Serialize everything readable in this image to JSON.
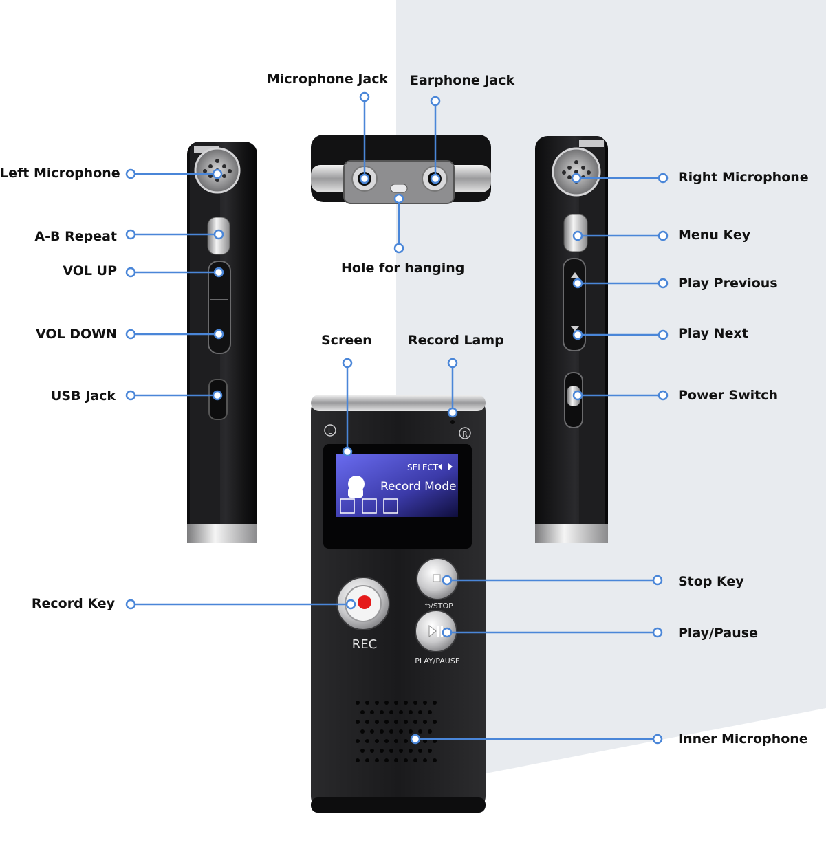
{
  "colors": {
    "callout": "#4a86d8",
    "device_body": "#1b1b1d",
    "background_right": "#e8ebef"
  },
  "labels": {
    "microphone_jack": "Microphone Jack",
    "earphone_jack": "Earphone Jack",
    "hole_for_hanging": "Hole for hanging",
    "left_microphone": "Left Microphone",
    "ab_repeat": "A-B Repeat",
    "vol_up": "VOL UP",
    "vol_down": "VOL DOWN",
    "usb_jack": "USB Jack",
    "right_microphone": "Right Microphone",
    "menu_key": "Menu Key",
    "play_previous": "Play Previous",
    "play_next": "Play Next",
    "power_switch": "Power Switch",
    "screen": "Screen",
    "record_lamp": "Record Lamp",
    "record_key": "Record Key",
    "stop_key": "Stop Key",
    "play_pause": "Play/Pause",
    "inner_microphone": "Inner Microphone"
  },
  "device": {
    "screen_select": "SELECT",
    "screen_mode": "Record Mode",
    "rec_label": "REC",
    "stop_label": "⮌/STOP",
    "play_pause_label": "PLAY/PAUSE",
    "left_badge": "L",
    "right_badge": "R"
  }
}
